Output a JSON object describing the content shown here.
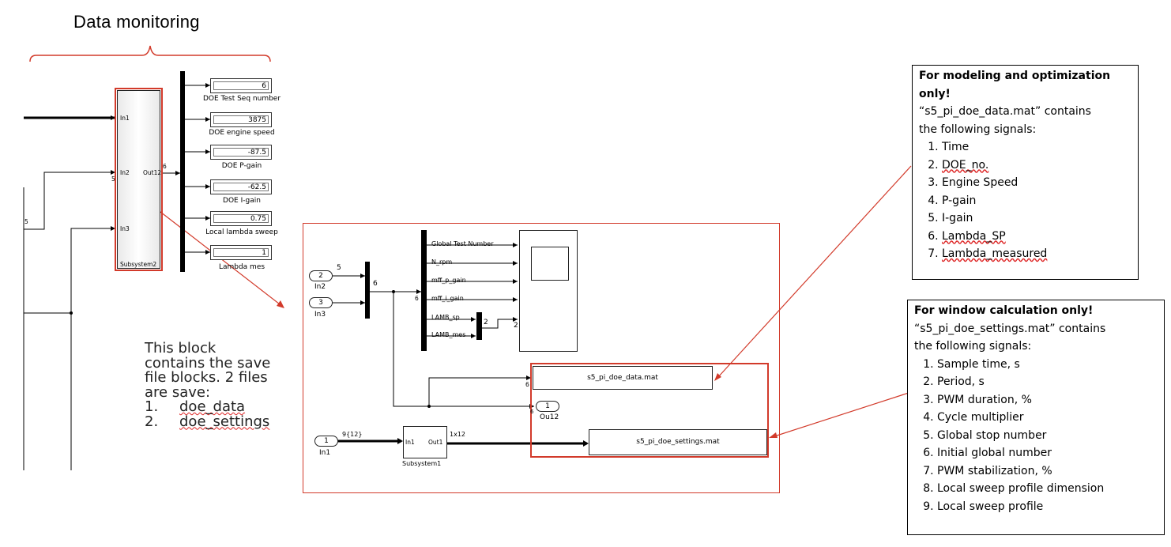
{
  "title": "Data monitoring",
  "subsystem2": {
    "name": "Subsystem2",
    "inputs": [
      "In1",
      "In2",
      "In3"
    ],
    "output": "Out12",
    "in2_signal": "5",
    "out_signal": "6"
  },
  "left_signal_label": "5",
  "displays": [
    {
      "value": "6",
      "label": "DOE Test Seq number"
    },
    {
      "value": "3875",
      "label": "DOE engine speed"
    },
    {
      "value": "-87.5",
      "label": "DOE P-gain"
    },
    {
      "value": "-62.5",
      "label": "DOE I-gain"
    },
    {
      "value": "0.75",
      "label": "Local lambda sweep"
    },
    {
      "value": "1",
      "label": "Lambda mes"
    }
  ],
  "note": {
    "line1": "This block",
    "line2": "contains the save",
    "line3": "file blocks. 2 files",
    "line4": "are save:",
    "item1_num": "1.",
    "item1": "doe_data",
    "item2_num": "2.",
    "item2": "doe_settings"
  },
  "inner": {
    "in2": {
      "num": "2",
      "label": "In2",
      "signal": "5"
    },
    "in3": {
      "num": "3",
      "label": "In3"
    },
    "in1": {
      "num": "1",
      "label": "In1",
      "signal": "9{12}"
    },
    "mux_out": "6",
    "bus_out": "6",
    "signals": [
      "Global Test Number",
      "N_rpm",
      "mff_p_gain",
      "mff_i_gain",
      "LAMB_sp",
      "LAMB_mes"
    ],
    "small_mux_out": "2",
    "scope_in": "2",
    "save_data": "s5_pi_doe_data.mat",
    "save_data_in": "6",
    "out1": {
      "num": "1",
      "label": "Ou12",
      "signal": "6"
    },
    "subsystem1": {
      "name": "Subsystem1",
      "in": "In1",
      "out": "Out1",
      "out_signal": "1x12"
    },
    "save_settings": "s5_pi_doe_settings.mat"
  },
  "box1": {
    "heading": "For modeling and optimization only!",
    "intro1": "“s5_pi_doe_data.mat” contains",
    "intro2": "the following signals:",
    "items": [
      "Time",
      "DOE_no.",
      "Engine Speed",
      "P-gain",
      "I-gain",
      "Lambda_SP",
      "Lambda_measured"
    ]
  },
  "box2": {
    "heading": "For window calculation only!",
    "intro1": "“s5_pi_doe_settings.mat” contains",
    "intro2": "the following signals:",
    "items": [
      "Sample time, s",
      "Period, s",
      "PWM duration, %",
      "Cycle multiplier",
      "Global stop number",
      "Initial global number",
      "PWM stabilization, %",
      "Local sweep profile dimension",
      "Local sweep profile"
    ]
  },
  "colors": {
    "highlight": "#d23a2a",
    "line": "#000000"
  }
}
